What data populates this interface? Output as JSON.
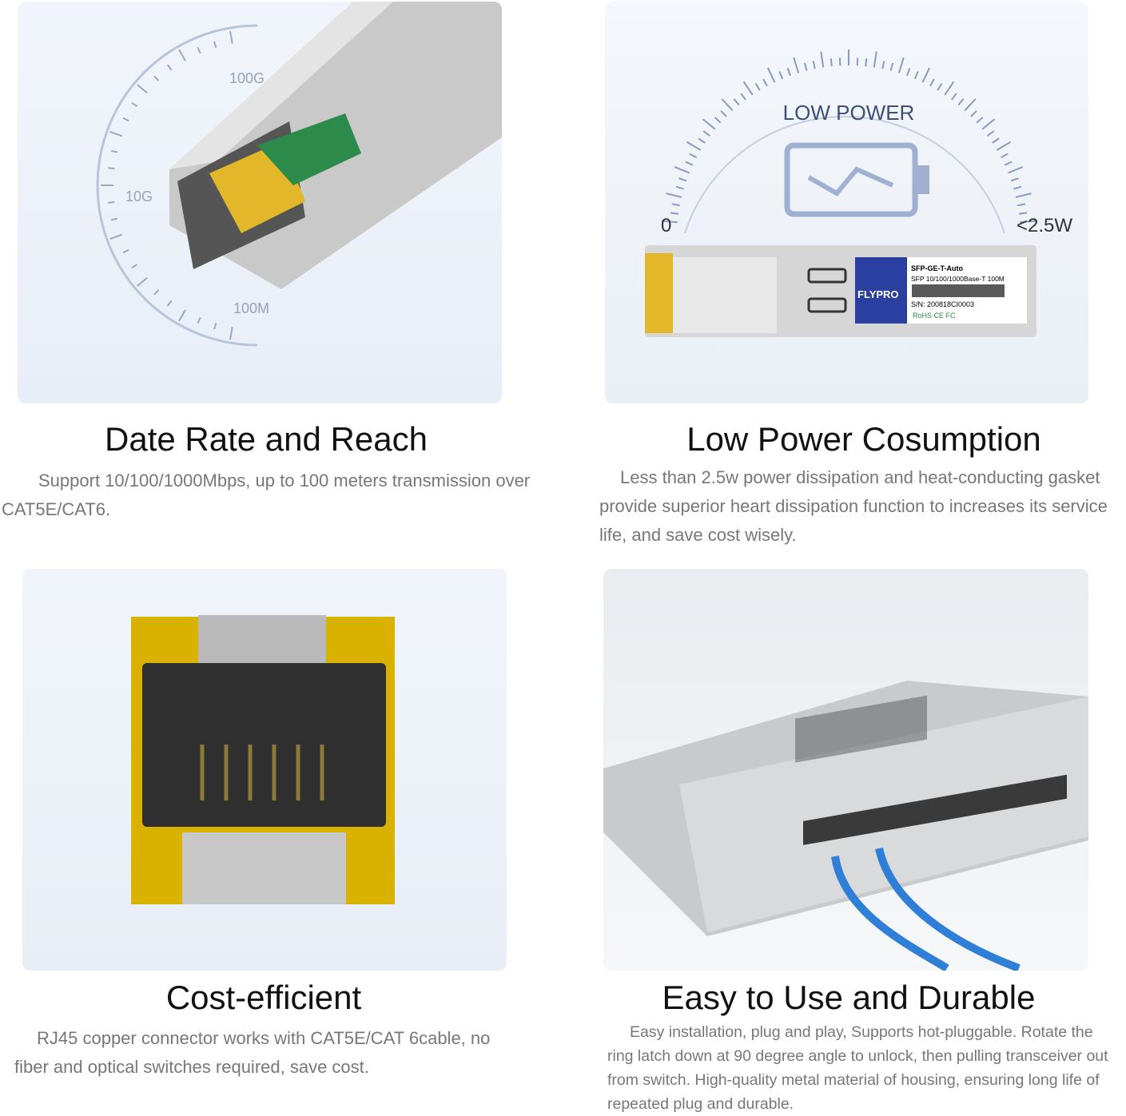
{
  "features": [
    {
      "title": "Date Rate and Reach",
      "description": "Support 10/100/1000Mbps, up to 100 meters transmission over CAT5E/CAT6.",
      "gauge_labels": [
        "100G",
        "10G",
        "100M"
      ]
    },
    {
      "title": "Low Power Cosumption",
      "description": "Less than 2.5w power dissipation and heat-conducting gasket provide superior heart dissipation function to increases its service life, and save cost wisely.",
      "gauge_title": "LOW POWER",
      "gauge_min": "0",
      "gauge_max": "<2.5W",
      "label": {
        "brand": "FLYPRO",
        "model": "SFP-GE-T-Auto",
        "spec": "SFP 10/100/1000Base-T 100M",
        "serial": "S/N: 200818CI0003",
        "cert": "RoHS  CE FC"
      }
    },
    {
      "title": "Cost-efficient",
      "description": "RJ45 copper connector works with CAT5E/CAT 6cable, no fiber and optical switches required, save cost."
    },
    {
      "title": "Easy to Use and Durable",
      "description": "Easy installation, plug and play, Supports hot-pluggable. Rotate the ring latch down at 90 degree angle to unlock, then pulling transceiver out from switch. High-quality metal material of housing, ensuring long life of repeated plug and durable."
    }
  ],
  "colors": {
    "gauge": "#7f93b8",
    "label_blue": "#2a3fa0",
    "gold": "#e0b400",
    "cable": "#2f7fd8"
  }
}
